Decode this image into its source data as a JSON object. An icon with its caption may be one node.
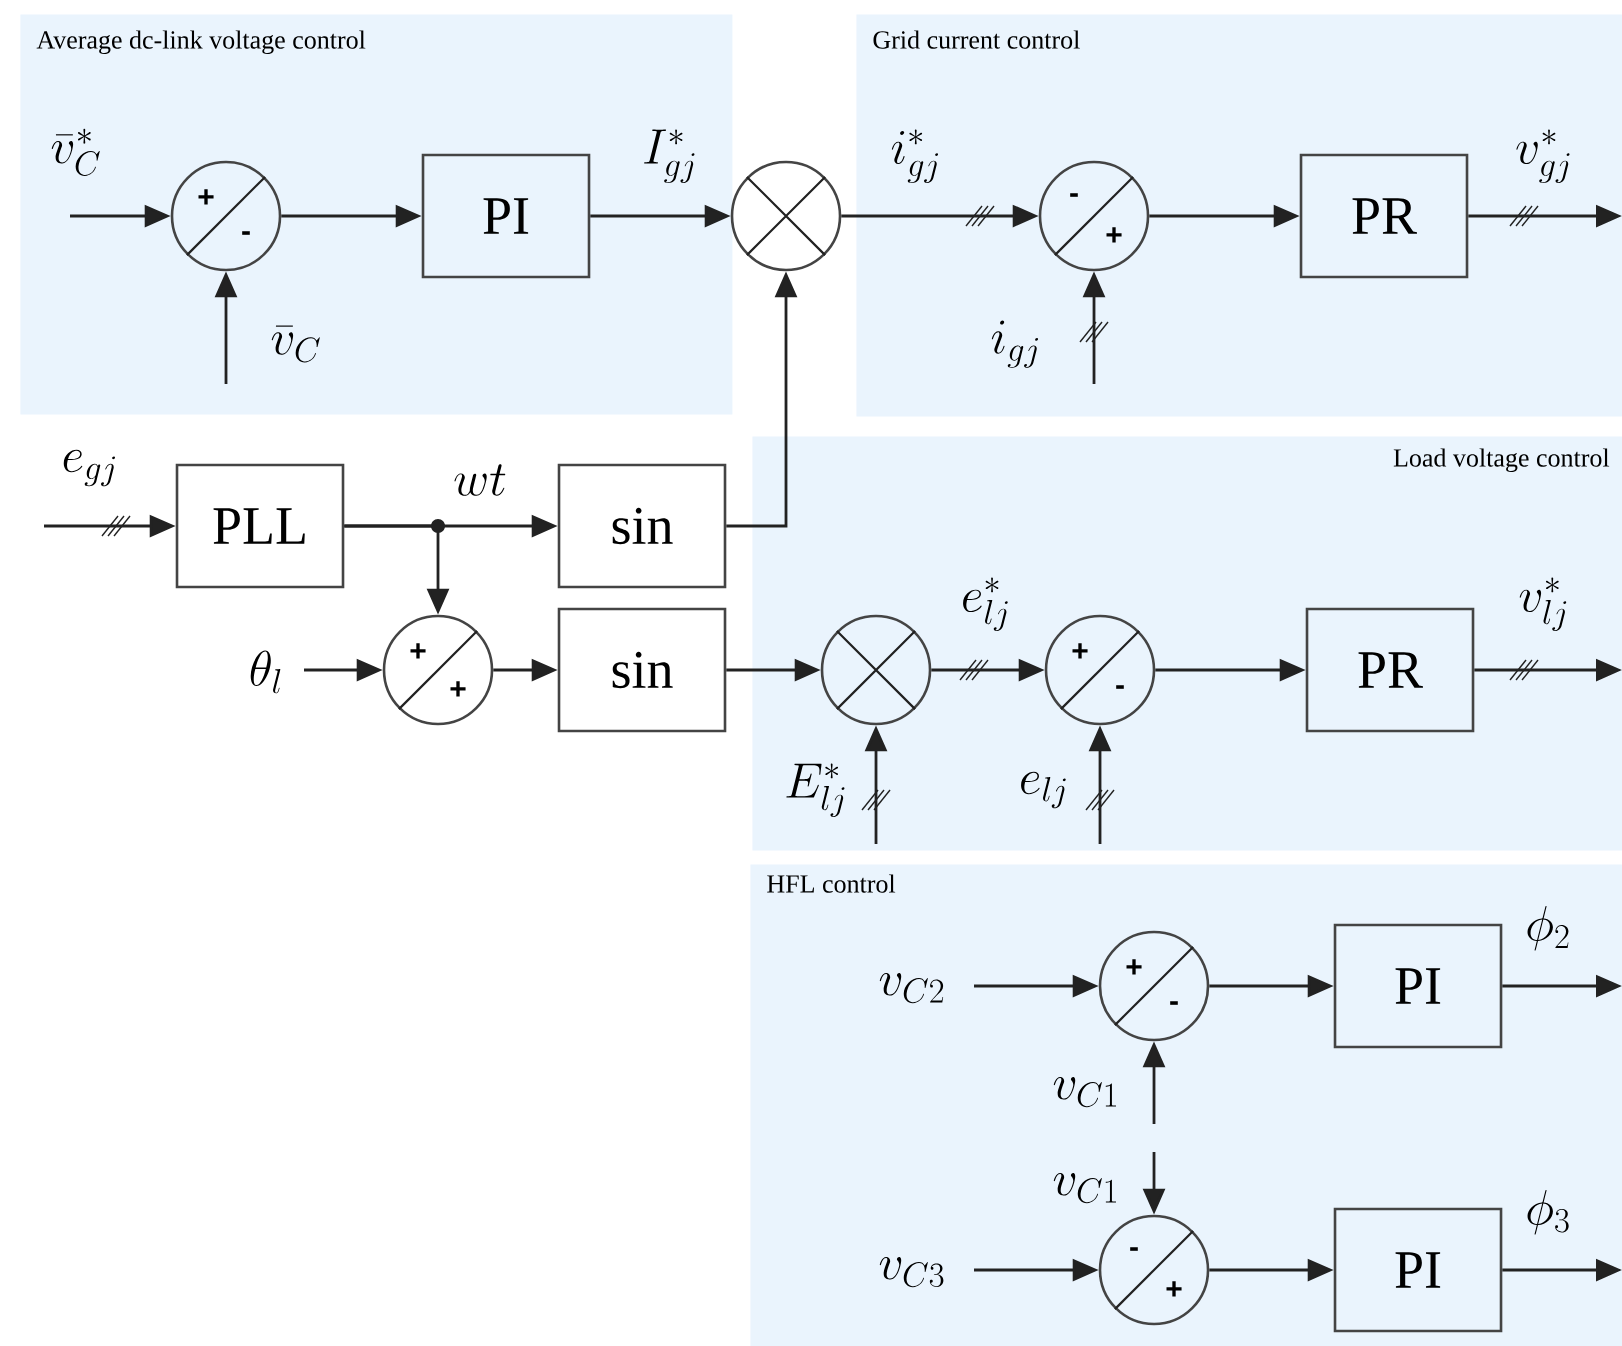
{
  "diagram": {
    "nodes": [
      {
        "text": [
          "Average dc-link voltage control"
        ]
      },
      {
        "text": [
          "Grid current control"
        ]
      },
      {
        "text": [
          "Load voltage control"
        ]
      },
      {
        "text": [
          "HFL control"
        ]
      },
      {
        "text": [
          "+",
          "-"
        ],
        "in": 0
      },
      {
        "text": [
          "PI"
        ],
        "in": 0
      },
      {
        "text": [],
        "shape": "circle"
      },
      {
        "text": [
          "-",
          "+"
        ],
        "in": 1
      },
      {
        "text": [
          "PR"
        ],
        "in": 1
      },
      {
        "text": [
          "PLL"
        ]
      },
      {
        "text": [
          "sin"
        ]
      },
      {
        "text": [
          "+",
          "+"
        ]
      },
      {
        "text": [
          "sin"
        ]
      },
      {
        "text": [],
        "shape": "circle",
        "in": 2
      },
      {
        "text": [
          "+",
          "-"
        ],
        "in": 2
      },
      {
        "text": [
          "PR"
        ],
        "in": 2
      },
      {
        "text": [
          "+",
          "-"
        ],
        "in": 3
      },
      {
        "text": [
          "PI"
        ],
        "in": 3
      },
      {
        "text": [
          "-",
          "+"
        ],
        "in": 3
      },
      {
        "text": [
          "PI"
        ],
        "in": 3
      }
    ],
    "edges": [
      {
        "from": null,
        "to": 4,
        "arrow": "to",
        "label": "\\bar{v}_C^*"
      },
      {
        "from": null,
        "to": 4,
        "arrow": "to",
        "label": "\\bar{v}_C"
      },
      {
        "from": 4,
        "to": 5,
        "arrow": "to"
      },
      {
        "from": 5,
        "to": 6,
        "arrow": "to",
        "label": "I_{gj}^*"
      },
      {
        "from": 10,
        "to": 6,
        "arrow": "to"
      },
      {
        "from": 6,
        "to": 7,
        "arrow": "to",
        "label": "i_{gj}^*"
      },
      {
        "from": null,
        "to": 7,
        "arrow": "to",
        "label": "i_{gj}"
      },
      {
        "from": 7,
        "to": 8,
        "arrow": "to"
      },
      {
        "from": 8,
        "to": null,
        "arrow": "to",
        "label": "v_{gj}^*"
      },
      {
        "from": null,
        "to": 9,
        "arrow": "to",
        "label": "e_{gj}"
      },
      {
        "from": 9,
        "to": 10,
        "arrow": "to",
        "label": "wt"
      },
      {
        "from": 9,
        "to": 11,
        "arrow": "to"
      },
      {
        "from": null,
        "to": 11,
        "arrow": "to",
        "label": "\\theta_l"
      },
      {
        "from": 11,
        "to": 12,
        "arrow": "to"
      },
      {
        "from": 12,
        "to": 13,
        "arrow": "to"
      },
      {
        "from": null,
        "to": 13,
        "arrow": "to",
        "label": "E_{lj}^*"
      },
      {
        "from": 13,
        "to": 14,
        "arrow": "to",
        "label": "e_{lj}^*"
      },
      {
        "from": null,
        "to": 14,
        "arrow": "to",
        "label": "e_{lj}"
      },
      {
        "from": 14,
        "to": 15,
        "arrow": "to"
      },
      {
        "from": 15,
        "to": null,
        "arrow": "to",
        "label": "v_{lj}^*"
      },
      {
        "from": null,
        "to": 16,
        "arrow": "to",
        "label": "v_{C2}"
      },
      {
        "from": null,
        "to": 16,
        "arrow": "to",
        "label": "v_{C1}"
      },
      {
        "from": 16,
        "to": 17,
        "arrow": "to"
      },
      {
        "from": 17,
        "to": null,
        "arrow": "to",
        "label": "\\phi_2"
      },
      {
        "from": null,
        "to": 18,
        "arrow": "to",
        "label": "v_{C3}"
      },
      {
        "from": null,
        "to": 18,
        "arrow": "to",
        "label": "v_{C1}"
      },
      {
        "from": 18,
        "to": 19,
        "arrow": "to"
      },
      {
        "from": 19,
        "to": null,
        "arrow": "to",
        "label": "\\phi_3"
      }
    ]
  }
}
